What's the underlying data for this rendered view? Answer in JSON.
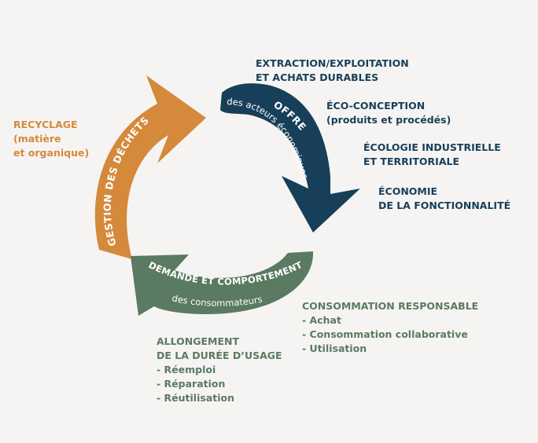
{
  "colors": {
    "background": "#f6f4f2",
    "offre": "#173f5a",
    "dechets": "#d5893b",
    "demande": "#5a7a61"
  },
  "arrows": {
    "offre": {
      "title": "OFFRE",
      "subtitle": "des acteurs économiques"
    },
    "dechets": {
      "title": "GESTION DES DÉCHETS"
    },
    "demande": {
      "title": "DEMANDE ET COMPORTEMENT",
      "subtitle": "des consommateurs"
    }
  },
  "labels": {
    "extraction": [
      "EXTRACTION/EXPLOITATION",
      "ET ACHATS DURABLES"
    ],
    "eco_conception": [
      "ÉCO-CONCEPTION",
      "(produits et procédés)"
    ],
    "ecologie": [
      "ÉCOLOGIE INDUSTRIELLE",
      "ET TERRITORIALE"
    ],
    "economie": [
      "ÉCONOMIE",
      "DE LA FONCTIONNALITÉ"
    ],
    "recyclage": [
      "RECYCLAGE",
      "(matière",
      "et organique)"
    ],
    "consommation": [
      "CONSOMMATION RESPONSABLE",
      "- Achat",
      "- Consommation collaborative",
      "- Utilisation"
    ],
    "allongement": [
      "ALLONGEMENT",
      "DE LA DURÉE D’USAGE",
      "- Réemploi",
      "- Réparation",
      "- Réutilisation"
    ]
  }
}
